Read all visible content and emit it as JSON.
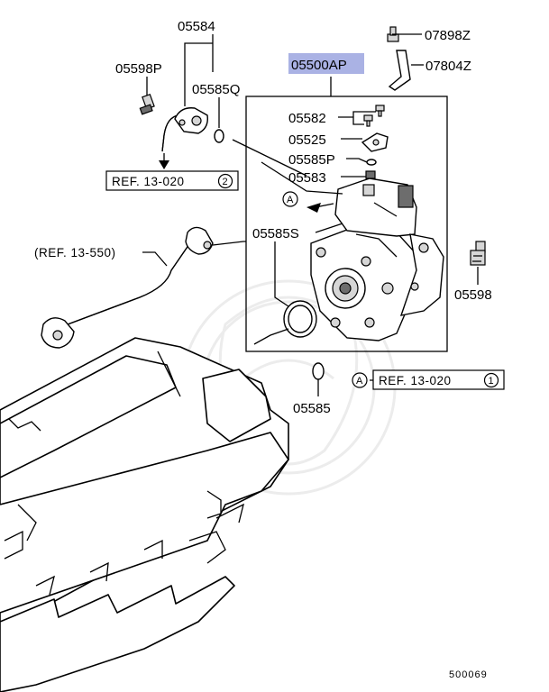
{
  "parts": {
    "p05584": "05584",
    "p05598P": "05598P",
    "p05585Q": "05585Q",
    "p05500AP": "05500AP",
    "p07898Z": "07898Z",
    "p07804Z": "07804Z",
    "p05582": "05582",
    "p05525": "05525",
    "p05585P": "05585P",
    "p05583": "05583",
    "p05585S": "05585S",
    "p05598": "05598",
    "p05585": "05585"
  },
  "refs": {
    "ref_top": "REF. 13-020",
    "ref_top_num": "2",
    "ref_left": "(REF. 13-550)",
    "ref_right": "REF. 13-020",
    "ref_right_num": "1",
    "marker": "A"
  },
  "highlight_color": "#aab2e4",
  "diagram_id": "500069"
}
